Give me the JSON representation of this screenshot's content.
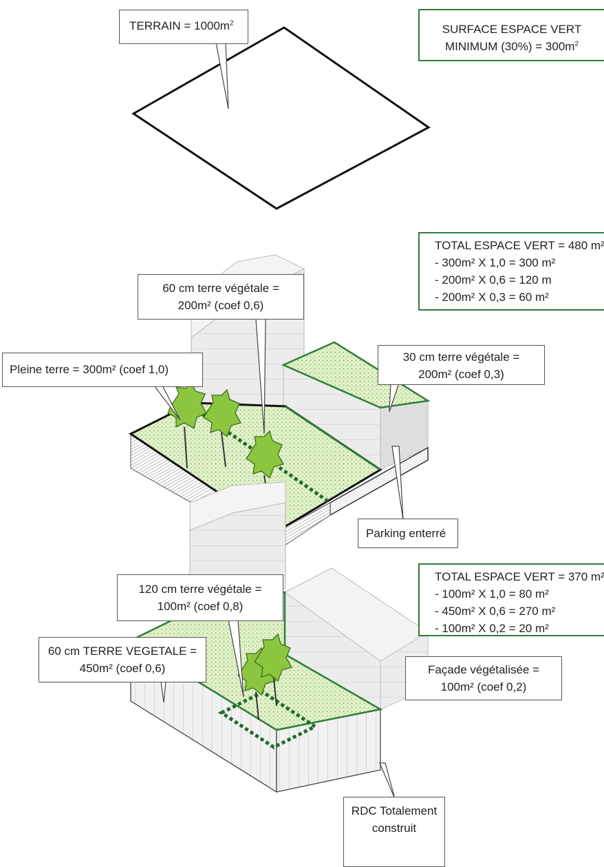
{
  "colors": {
    "green": "#2e7d3a",
    "lawn": "#dff0c8",
    "tree": "#8cc63f",
    "building": "#e9e9e9"
  },
  "diagram1": {
    "terrain_label": "TERRAIN = 1000m",
    "terrain_unit": "2",
    "summary_line1": "SURFACE ESPACE VERT",
    "summary_line2": "MINIMUM (30%) = 300m",
    "summary_unit": "2"
  },
  "diagram2": {
    "total": "TOTAL ESPACE VERT = 480 m²",
    "calc": [
      "- 300m² X 1,0 = 300 m²",
      "- 200m² X 0,6 = 120 m",
      "- 200m² X 0,3 = 60 m²"
    ],
    "label_60cm_line1": "60 cm terre végétale =",
    "label_60cm_line2": "200m² (coef 0,6)",
    "label_pleine_terre": "Pleine terre = 300m² (coef 1,0)",
    "label_30cm_line1": "30 cm terre végétale =",
    "label_30cm_line2": "200m² (coef 0,3)",
    "label_parking": "Parking enterré"
  },
  "diagram3": {
    "total": "TOTAL ESPACE VERT = 370 m²",
    "calc": [
      "- 100m² X 1,0 = 80 m²",
      "- 450m² X 0,6 = 270 m²",
      "- 100m² X 0,2 = 20 m²"
    ],
    "label_120cm_line1": "120 cm terre végétale =",
    "label_120cm_line2": "100m² (coef 0,8)",
    "label_60cm_line1": "60 cm TERRE VEGETALE =",
    "label_60cm_line2": "450m² (coef 0,6)",
    "label_facade_line1": "Façade végétalisée =",
    "label_facade_line2": "100m² (coef 0,2)",
    "label_rdc_line1": "RDC Totalement",
    "label_rdc_line2": "construit"
  }
}
